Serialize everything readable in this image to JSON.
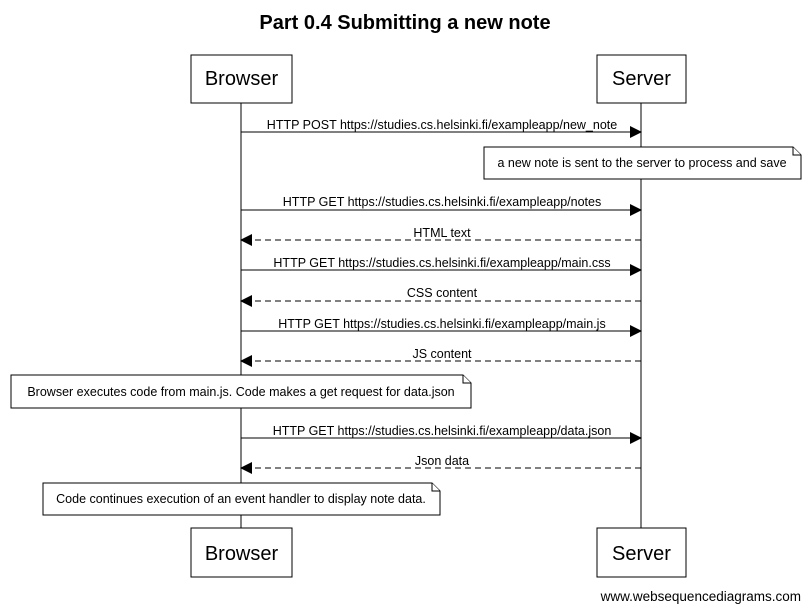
{
  "title": "Part 0.4 Submitting a new note",
  "actors": {
    "browser": "Browser",
    "server": "Server"
  },
  "messages": [
    {
      "from": "browser",
      "to": "server",
      "label": "HTTP POST https://studies.cs.helsinki.fi/exampleapp/new_note",
      "style": "solid"
    },
    {
      "from": "browser",
      "to": "server",
      "label": "HTTP GET https://studies.cs.helsinki.fi/exampleapp/notes",
      "style": "solid"
    },
    {
      "from": "server",
      "to": "browser",
      "label": "HTML text",
      "style": "dashed"
    },
    {
      "from": "browser",
      "to": "server",
      "label": "HTTP GET https://studies.cs.helsinki.fi/exampleapp/main.css",
      "style": "solid"
    },
    {
      "from": "server",
      "to": "browser",
      "label": "CSS content",
      "style": "dashed"
    },
    {
      "from": "browser",
      "to": "server",
      "label": "HTTP GET https://studies.cs.helsinki.fi/exampleapp/main.js",
      "style": "solid"
    },
    {
      "from": "server",
      "to": "browser",
      "label": "JS content",
      "style": "dashed"
    },
    {
      "from": "browser",
      "to": "server",
      "label": "HTTP GET https://studies.cs.helsinki.fi/exampleapp/data.json",
      "style": "solid"
    },
    {
      "from": "server",
      "to": "browser",
      "label": "Json data",
      "style": "dashed"
    }
  ],
  "notes": [
    {
      "text": "a new note is sent to the server to process and save",
      "over": "server"
    },
    {
      "text": "Browser executes code from main.js. Code makes a get request for data.json",
      "over": "browser"
    },
    {
      "text": "Code continues execution of an event handler to display note data.",
      "over": "browser"
    }
  ],
  "watermark": "www.websequencediagrams.com"
}
